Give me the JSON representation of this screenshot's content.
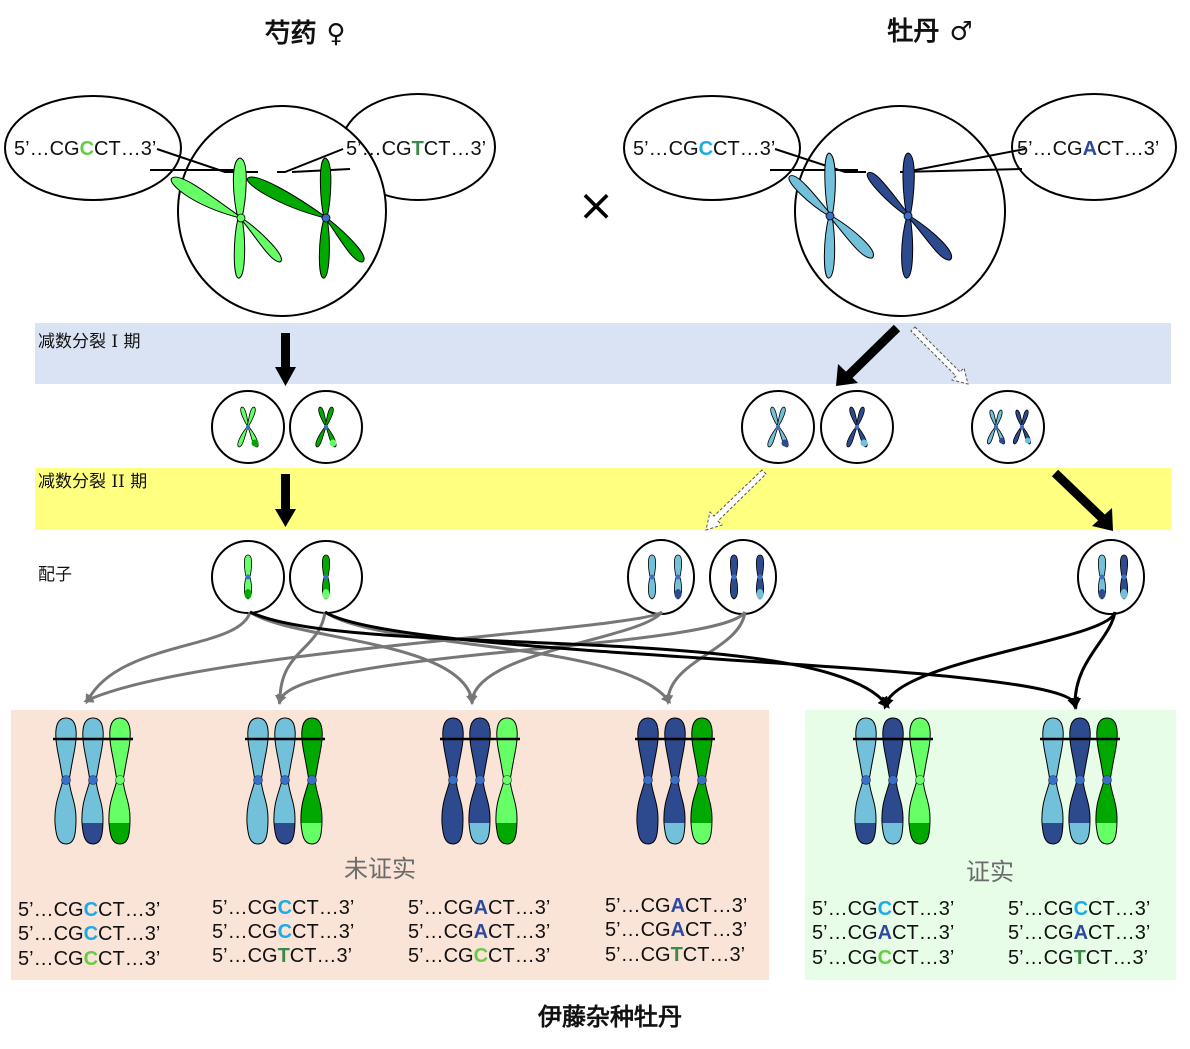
{
  "colors": {
    "light_green": "#66ff66",
    "dark_green": "#00a800",
    "light_blue": "#73c0da",
    "dark_blue": "#2e4a8e",
    "centromere_blue": "#3a6fc8",
    "band1_bg": "#dae3f3",
    "band2_bg": "#ffff80",
    "unconfirmed_bg": "#fae3d7",
    "confirmed_bg": "#e8fde8",
    "seq_c_light": "#66cc44",
    "seq_t_dark": "#3c8a4a",
    "seq_c_blue": "#1aabe8",
    "seq_a_blue": "#2e4a9e",
    "gray_arrow": "#777777"
  },
  "parents": {
    "female": {
      "name": "芍药",
      "symbol": "♀",
      "seq_left": {
        "prefix": "5’…CG",
        "base": "C",
        "suffix": "CT…3’",
        "base_color": "seq_c_light"
      },
      "seq_right": {
        "prefix": "5’…CG",
        "base": "T",
        "suffix": "CT…3’",
        "base_color": "seq_t_dark"
      }
    },
    "male": {
      "name": "牡丹",
      "symbol": "♂",
      "seq_left": {
        "prefix": "5’…CG",
        "base": "C",
        "suffix": "CT…3’",
        "base_color": "seq_c_blue"
      },
      "seq_right": {
        "prefix": "5’…CG",
        "base": "A",
        "suffix": "CT…3’",
        "base_color": "seq_a_blue"
      }
    },
    "cross_symbol": "×"
  },
  "stages": {
    "meiosis1": "减数分裂 I 期",
    "meiosis2": "减数分裂 II 期",
    "gamete": "配子"
  },
  "groups": {
    "unconfirmed": {
      "label": "未证实",
      "columns": [
        {
          "chromosomes": [
            "light_blue",
            "light_blue",
            "light_green"
          ],
          "seqs": [
            {
              "prefix": "5’…CG",
              "base": "C",
              "suffix": "CT…3’",
              "base_color": "seq_c_blue"
            },
            {
              "prefix": "5’…CG",
              "base": "C",
              "suffix": "CT…3’",
              "base_color": "seq_c_blue"
            },
            {
              "prefix": "5’…CG",
              "base": "C",
              "suffix": "CT…3’",
              "base_color": "seq_c_light"
            }
          ]
        },
        {
          "chromosomes": [
            "light_blue",
            "light_blue",
            "dark_green"
          ],
          "seqs": [
            {
              "prefix": "5’…CG",
              "base": "C",
              "suffix": "CT…3’",
              "base_color": "seq_c_blue"
            },
            {
              "prefix": "5’…CG",
              "base": "C",
              "suffix": "CT…3’",
              "base_color": "seq_c_blue"
            },
            {
              "prefix": "5’…CG",
              "base": "T",
              "suffix": "CT…3’",
              "base_color": "seq_t_dark"
            }
          ]
        },
        {
          "chromosomes": [
            "dark_blue",
            "dark_blue",
            "light_green"
          ],
          "seqs": [
            {
              "prefix": "5’…CG",
              "base": "A",
              "suffix": "CT…3’",
              "base_color": "seq_a_blue"
            },
            {
              "prefix": "5’…CG",
              "base": "A",
              "suffix": "CT…3’",
              "base_color": "seq_a_blue"
            },
            {
              "prefix": "5’…CG",
              "base": "C",
              "suffix": "CT…3’",
              "base_color": "seq_c_light"
            }
          ]
        },
        {
          "chromosomes": [
            "dark_blue",
            "dark_blue",
            "dark_green"
          ],
          "seqs": [
            {
              "prefix": "5’…CG",
              "base": "A",
              "suffix": "CT…3’",
              "base_color": "seq_a_blue"
            },
            {
              "prefix": "5’…CG",
              "base": "A",
              "suffix": "CT…3’",
              "base_color": "seq_a_blue"
            },
            {
              "prefix": "5’…CG",
              "base": "T",
              "suffix": "CT…3’",
              "base_color": "seq_t_dark"
            }
          ]
        }
      ]
    },
    "confirmed": {
      "label": "证实",
      "columns": [
        {
          "chromosomes": [
            "light_blue",
            "dark_blue",
            "light_green"
          ],
          "seqs": [
            {
              "prefix": "5’…CG",
              "base": "C",
              "suffix": "CT…3’",
              "base_color": "seq_c_blue"
            },
            {
              "prefix": "5’…CG",
              "base": "A",
              "suffix": "CT…3’",
              "base_color": "seq_a_blue"
            },
            {
              "prefix": "5’…CG",
              "base": "C",
              "suffix": "CT…3’",
              "base_color": "seq_c_light"
            }
          ]
        },
        {
          "chromosomes": [
            "light_blue",
            "dark_blue",
            "dark_green"
          ],
          "seqs": [
            {
              "prefix": "5’…CG",
              "base": "C",
              "suffix": "CT…3’",
              "base_color": "seq_c_blue"
            },
            {
              "prefix": "5’…CG",
              "base": "A",
              "suffix": "CT…3’",
              "base_color": "seq_a_blue"
            },
            {
              "prefix": "5’…CG",
              "base": "T",
              "suffix": "CT…3’",
              "base_color": "seq_t_dark"
            }
          ]
        }
      ]
    }
  },
  "caption": "伊藤杂种牡丹"
}
